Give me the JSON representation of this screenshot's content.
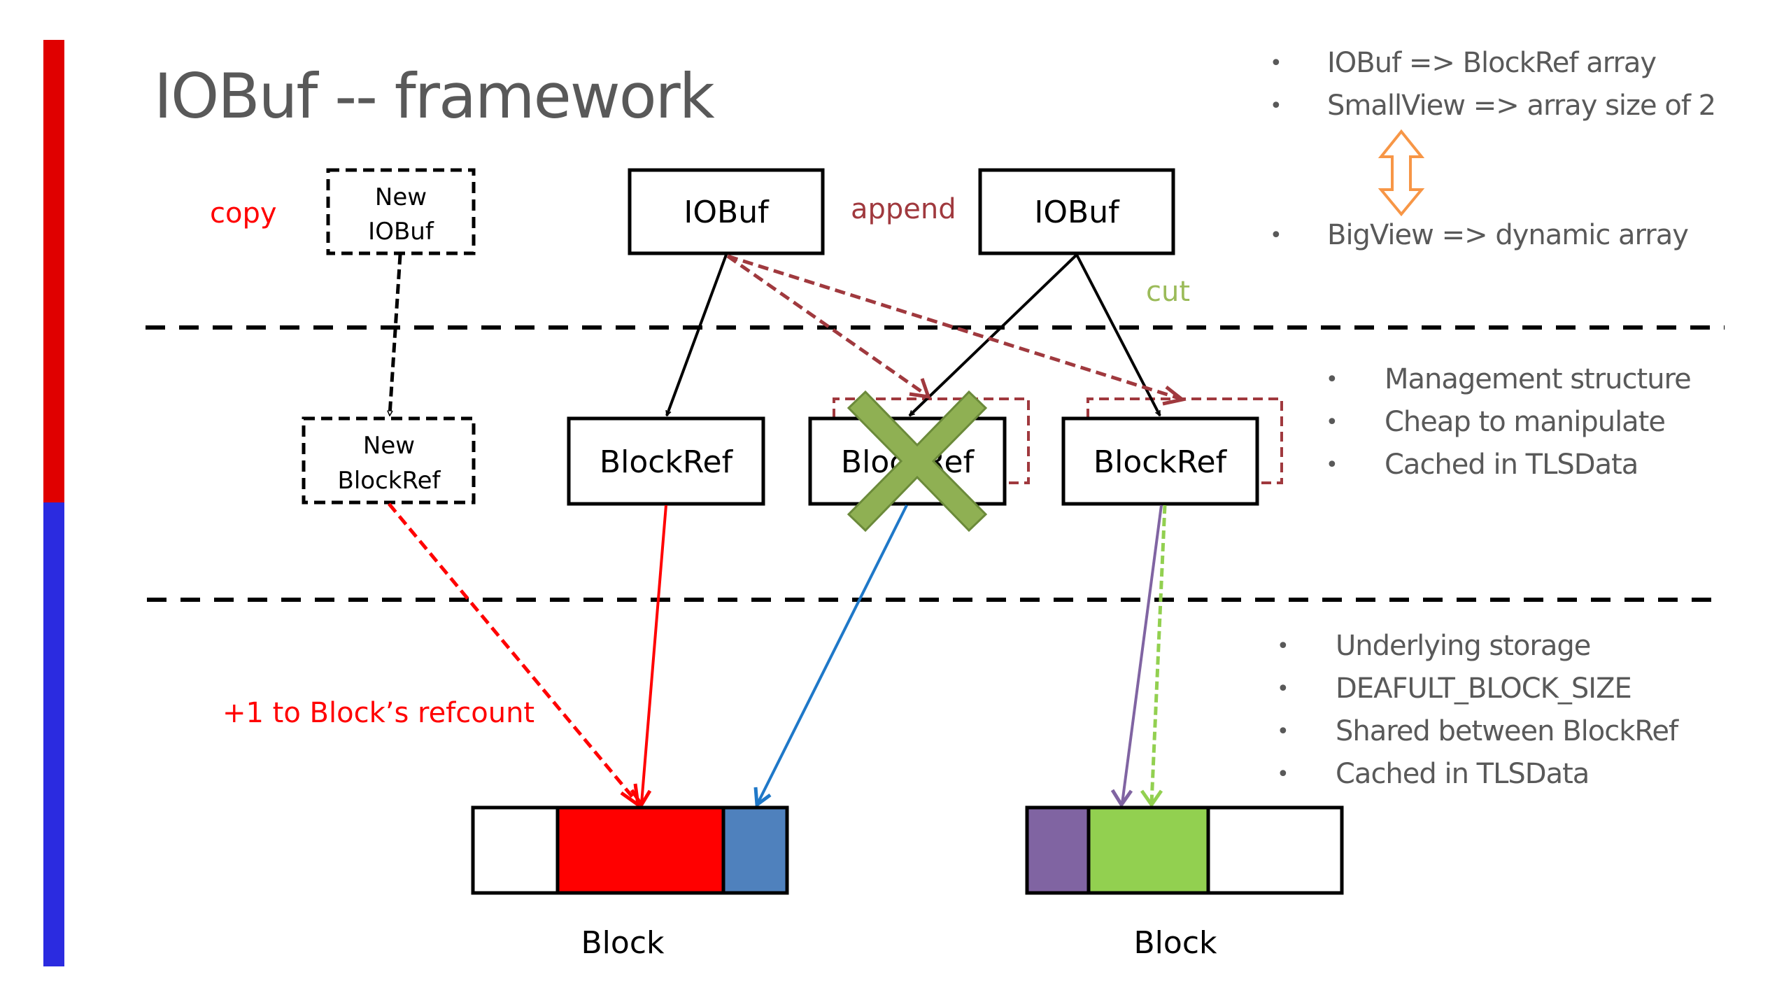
{
  "slide": {
    "title": "IOBuf -- framework",
    "side_bar_colors": {
      "top": "#e00000",
      "bottom": "#2b2be0"
    }
  },
  "bullets_top": [
    {
      "text": "IOBuf => BlockRef array"
    },
    {
      "text": "SmallView => array size of 2"
    },
    {
      "text": "BigView => dynamic array"
    }
  ],
  "bullets_mid": [
    {
      "text": "Management structure"
    },
    {
      "text": "Cheap to manipulate"
    },
    {
      "text": "Cached in TLSData"
    }
  ],
  "bullets_low": [
    {
      "text": "Underlying storage"
    },
    {
      "text": "DEAFULT_BLOCK_SIZE"
    },
    {
      "text": "Shared between BlockRef"
    },
    {
      "text": "Cached in TLSData"
    }
  ],
  "bullet_glyph": "•",
  "diagram": {
    "labels": {
      "copy": "copy",
      "append": "append",
      "cut": "cut",
      "refcount_note": "+1 to Block’s refcount"
    },
    "nodes": {
      "new_iobuf": [
        "New",
        "IOBuf"
      ],
      "new_blockref": [
        "New",
        "BlockRef"
      ],
      "iobuf_1": "IOBuf",
      "iobuf_2": "IOBuf",
      "blockref_1": "BlockRef",
      "blockref_2": "BlockRef",
      "blockref_3": "BlockRef"
    },
    "blocks": [
      {
        "label": "Block",
        "segments": [
          {
            "state": "free",
            "color": "#ffffff"
          },
          {
            "state": "referenced-by-blockref-1",
            "color": "#ff0000"
          },
          {
            "state": "referenced-by-blockref-2",
            "color": "#4f81bd"
          }
        ]
      },
      {
        "label": "Block",
        "segments": [
          {
            "state": "referenced-purple",
            "color": "#8064a2"
          },
          {
            "state": "referenced-by-blockref-3",
            "color": "#92d050"
          },
          {
            "state": "free",
            "color": "#ffffff"
          }
        ]
      }
    ],
    "colors": {
      "copy": "#ff0000",
      "append": "#a0393e",
      "cut": "#9bbb59",
      "refcount_note": "#ff0000",
      "cross_mark": "#8fb053",
      "red_ref": "#ff0000",
      "blue_ref": "#1f78c8",
      "purple_ref": "#8064a2",
      "green_ref": "#92d050",
      "double_arrow": "#f79646"
    },
    "removed_node": "blockref_2"
  }
}
